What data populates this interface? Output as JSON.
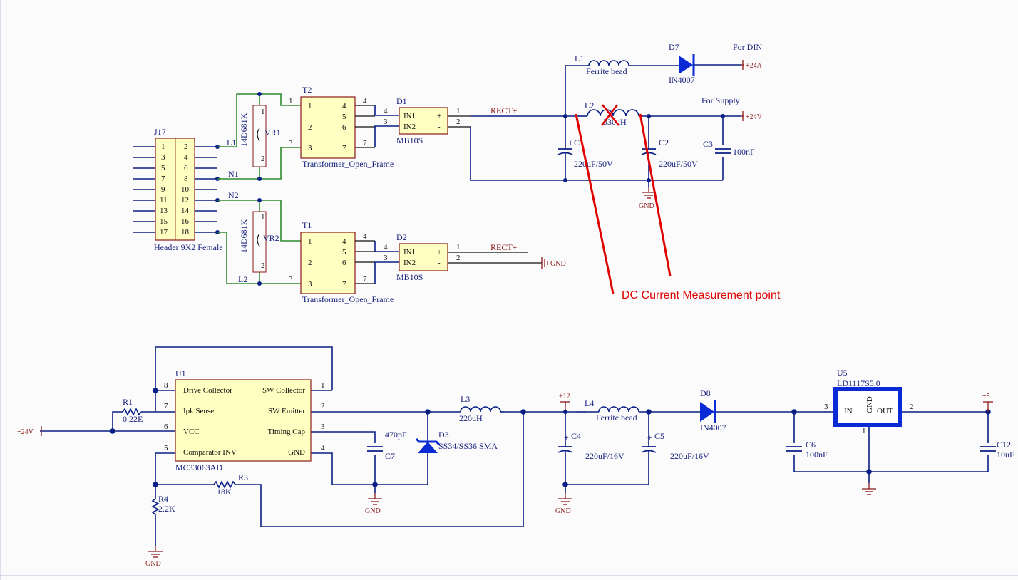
{
  "components": {
    "j17": {
      "designator": "J17",
      "value": "Header 9X2 Female",
      "pins": [
        "1",
        "2",
        "3",
        "4",
        "5",
        "6",
        "7",
        "8",
        "9",
        "10",
        "11",
        "12",
        "13",
        "14",
        "15",
        "16",
        "17",
        "18"
      ]
    },
    "vr1": {
      "designator": "VR1",
      "value": "14D681K",
      "pin1": "1",
      "pin2": "2"
    },
    "vr2": {
      "designator": "VR2",
      "value": "14D681K",
      "pin1": "1",
      "pin2": "2"
    },
    "t2": {
      "designator": "T2",
      "value": "Transformer_Open_Frame",
      "pins": [
        "1",
        "2",
        "3",
        "4",
        "5",
        "6",
        "7"
      ]
    },
    "t1": {
      "designator": "T1",
      "value": "Transformer_Open_Frame",
      "pins": [
        "1",
        "2",
        "3",
        "4",
        "5",
        "6",
        "7"
      ]
    },
    "d1": {
      "designator": "D1",
      "value": "MB10S",
      "in1": "IN1",
      "in2": "IN2",
      "plus": "+",
      "minus": "-",
      "p1": "1",
      "p2": "2",
      "p3": "3",
      "p4": "4"
    },
    "d2": {
      "designator": "D2",
      "value": "MB10S",
      "in1": "IN1",
      "in2": "IN2",
      "plus": "+",
      "minus": "-",
      "p1": "1",
      "p2": "2",
      "p3": "3",
      "p4": "4"
    },
    "l1": {
      "designator": "L1",
      "value": "Ferrite bead"
    },
    "l2": {
      "designator": "L2",
      "value": "330uH"
    },
    "d7": {
      "designator": "D7",
      "value": "IN4007"
    },
    "c1": {
      "designator": "C1",
      "value": "220uF/50V",
      "plus": "+"
    },
    "c2": {
      "designator": "C2",
      "value": "220uF/50V",
      "plus": "+"
    },
    "c3": {
      "designator": "C3",
      "value": "100nF"
    },
    "u1": {
      "designator": "U1",
      "value": "MC33063AD",
      "pins": [
        {
          "num": "8",
          "name": "Drive Collector"
        },
        {
          "num": "7",
          "name": "Ipk Sense"
        },
        {
          "num": "6",
          "name": "VCC"
        },
        {
          "num": "5",
          "name": "Comparator INV"
        },
        {
          "num": "1",
          "name": "SW Collector"
        },
        {
          "num": "2",
          "name": "SW Emitter"
        },
        {
          "num": "3",
          "name": "Timing Cap"
        },
        {
          "num": "4",
          "name": "GND"
        }
      ]
    },
    "r1": {
      "designator": "R1",
      "value": "0.22E"
    },
    "r3": {
      "designator": "R3",
      "value": "18K"
    },
    "r4": {
      "designator": "R4",
      "value": "2.2K"
    },
    "c7": {
      "designator": "C7",
      "value": "470pF"
    },
    "d3": {
      "designator": "D3",
      "value": "SS34/SS36 SMA"
    },
    "l3": {
      "designator": "L3",
      "value": "220uH"
    },
    "l4": {
      "designator": "L4",
      "value": "Ferrite bead"
    },
    "c4": {
      "designator": "C4",
      "value": "220uF/16V",
      "plus": "+"
    },
    "c5": {
      "designator": "C5",
      "value": "220uF/16V",
      "plus": "+"
    },
    "d8": {
      "designator": "D8",
      "value": "IN4007"
    },
    "u5": {
      "designator": "U5",
      "value": "LD1117S5.0",
      "in": "IN",
      "gnd": "GND",
      "out": "OUT",
      "p1": "1",
      "p2": "2",
      "p3": "3"
    },
    "c6": {
      "designator": "C6",
      "value": "100nF"
    },
    "c12": {
      "designator": "C12",
      "value": "10uF"
    }
  },
  "nets": {
    "l1": "L1",
    "n1": "N1",
    "n2": "N2",
    "l2": "L2",
    "rect1": "RECT+",
    "rect2": "RECT+",
    "gnd": "GND",
    "gnd_d2": "GND",
    "p24a": "+24A",
    "p24v": "+24V",
    "p24v_in": "+24V",
    "p12": "+12",
    "p5": "+5",
    "for_din": "For DIN",
    "for_supply": "For Supply"
  },
  "annotation": {
    "text": "DC Current Measurement point",
    "color": "#e00000"
  },
  "colors": {
    "wire": "#0a1f86",
    "ac_wire": "#2e8b2e",
    "body": "#ffffc2",
    "outline": "#8b1a1a",
    "highlight": "#0a2ad6",
    "background": "#fbfbfb"
  }
}
